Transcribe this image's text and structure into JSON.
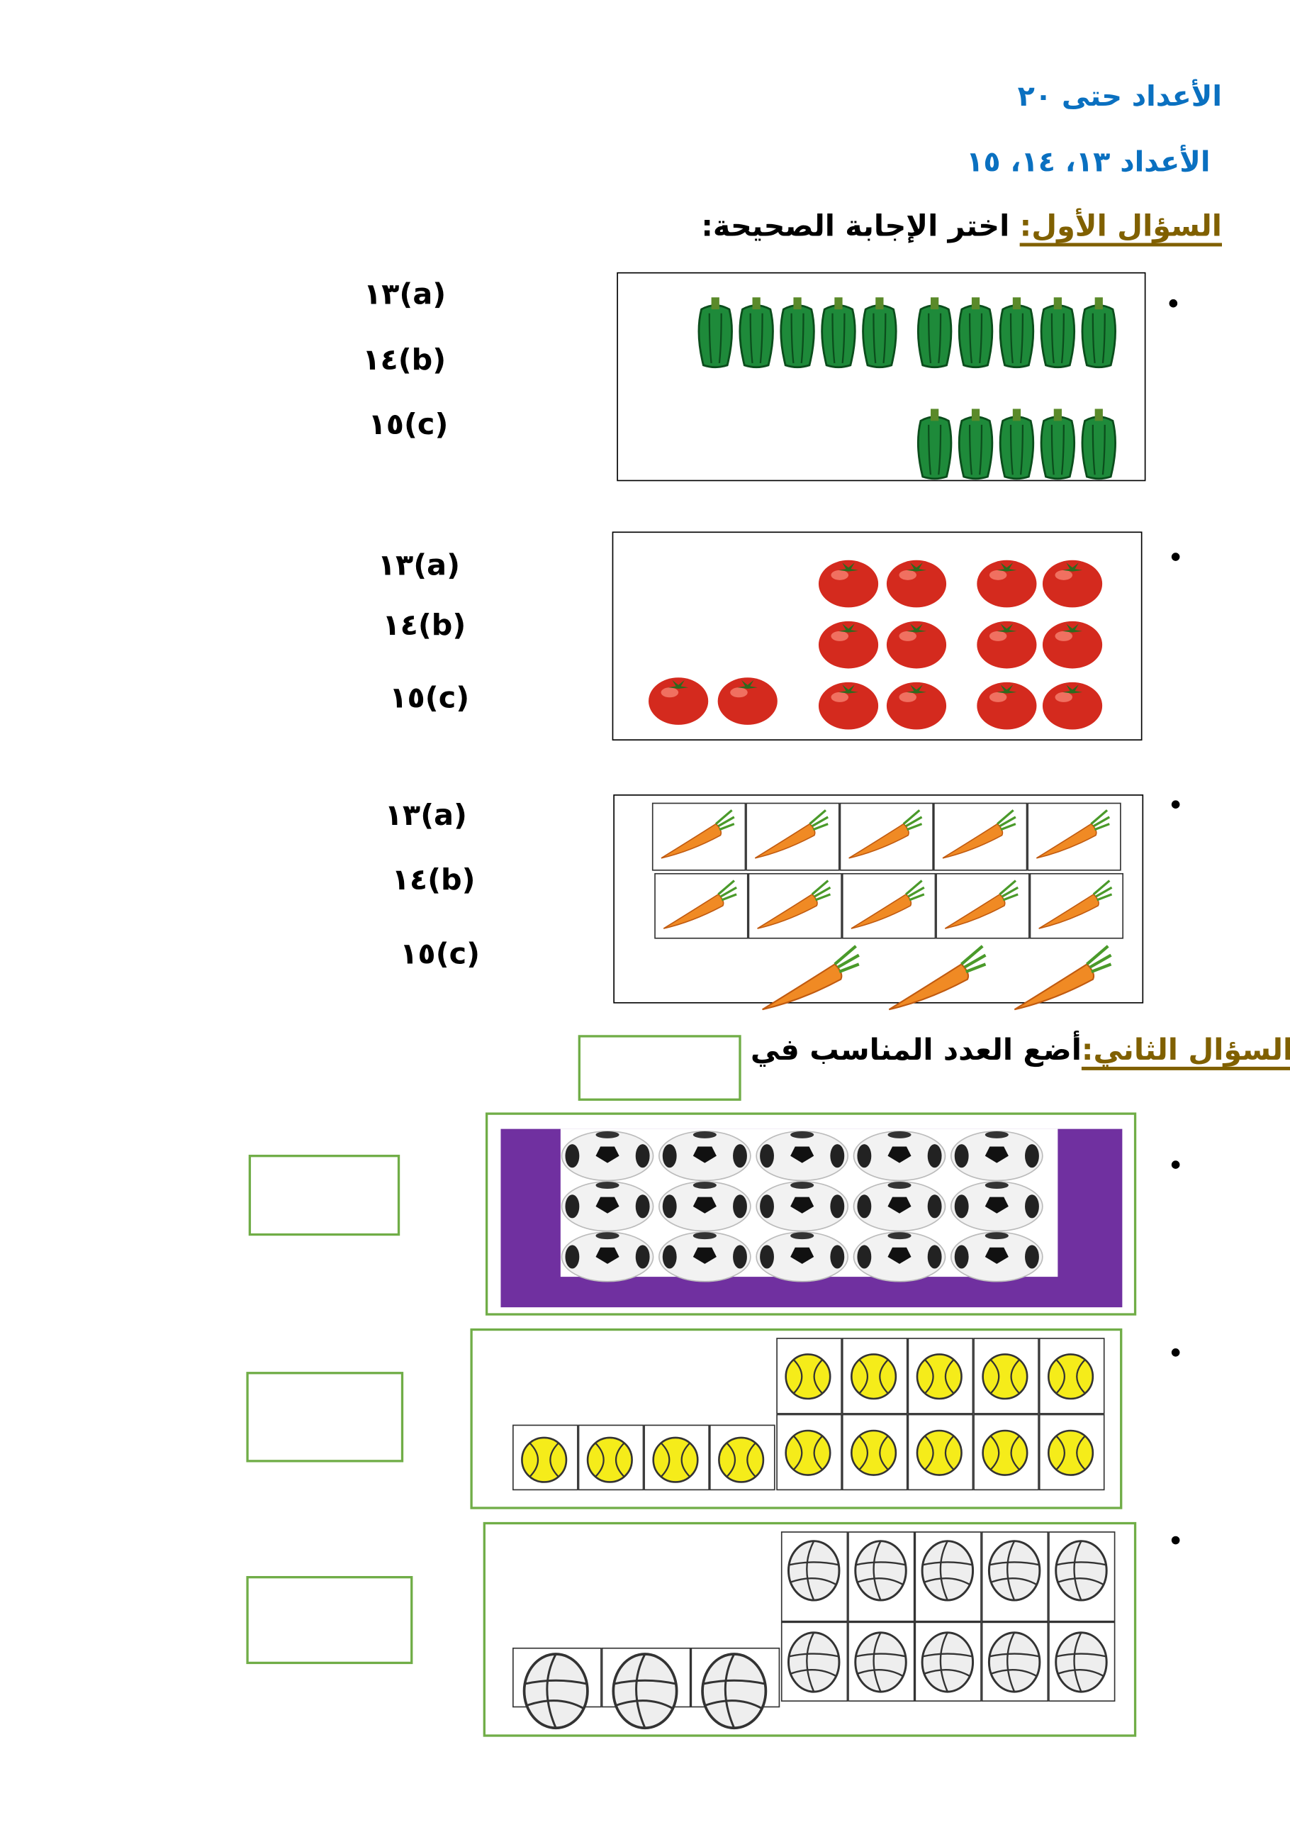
{
  "header": {
    "title": "الأعداد حتى ٢٠",
    "subtitle": "الأعداد ١٣، ١٤، ١٥"
  },
  "question1": {
    "label": "السؤال الأول:",
    "instruction": " اختر الإجابة الصحيحة:",
    "items": [
      {
        "icon": "pepper-icon",
        "count": 15,
        "options": [
          "١٣(a)",
          "١٤(b)",
          "١٥(c)"
        ]
      },
      {
        "icon": "tomato-icon",
        "count": 14,
        "options": [
          "١٣(a)",
          "١٤(b)",
          "١٥(c)"
        ]
      },
      {
        "icon": "carrot-icon",
        "count": 13,
        "options": [
          "١٣(a)",
          "١٤(b)",
          "١٥(c)"
        ]
      }
    ]
  },
  "question2": {
    "label": "السؤال الثاني:",
    "instruction": "أضع العدد المناسب في",
    "items": [
      {
        "icon": "soccer-ball-icon",
        "count": 15,
        "answer": ""
      },
      {
        "icon": "tennis-ball-icon",
        "count": 14,
        "answer": ""
      },
      {
        "icon": "volleyball-icon",
        "count": 13,
        "answer": ""
      }
    ]
  },
  "colors": {
    "title": "#0a70c0",
    "label": "#806000",
    "box_border": "#70ad47",
    "frame": "#7030a0"
  }
}
